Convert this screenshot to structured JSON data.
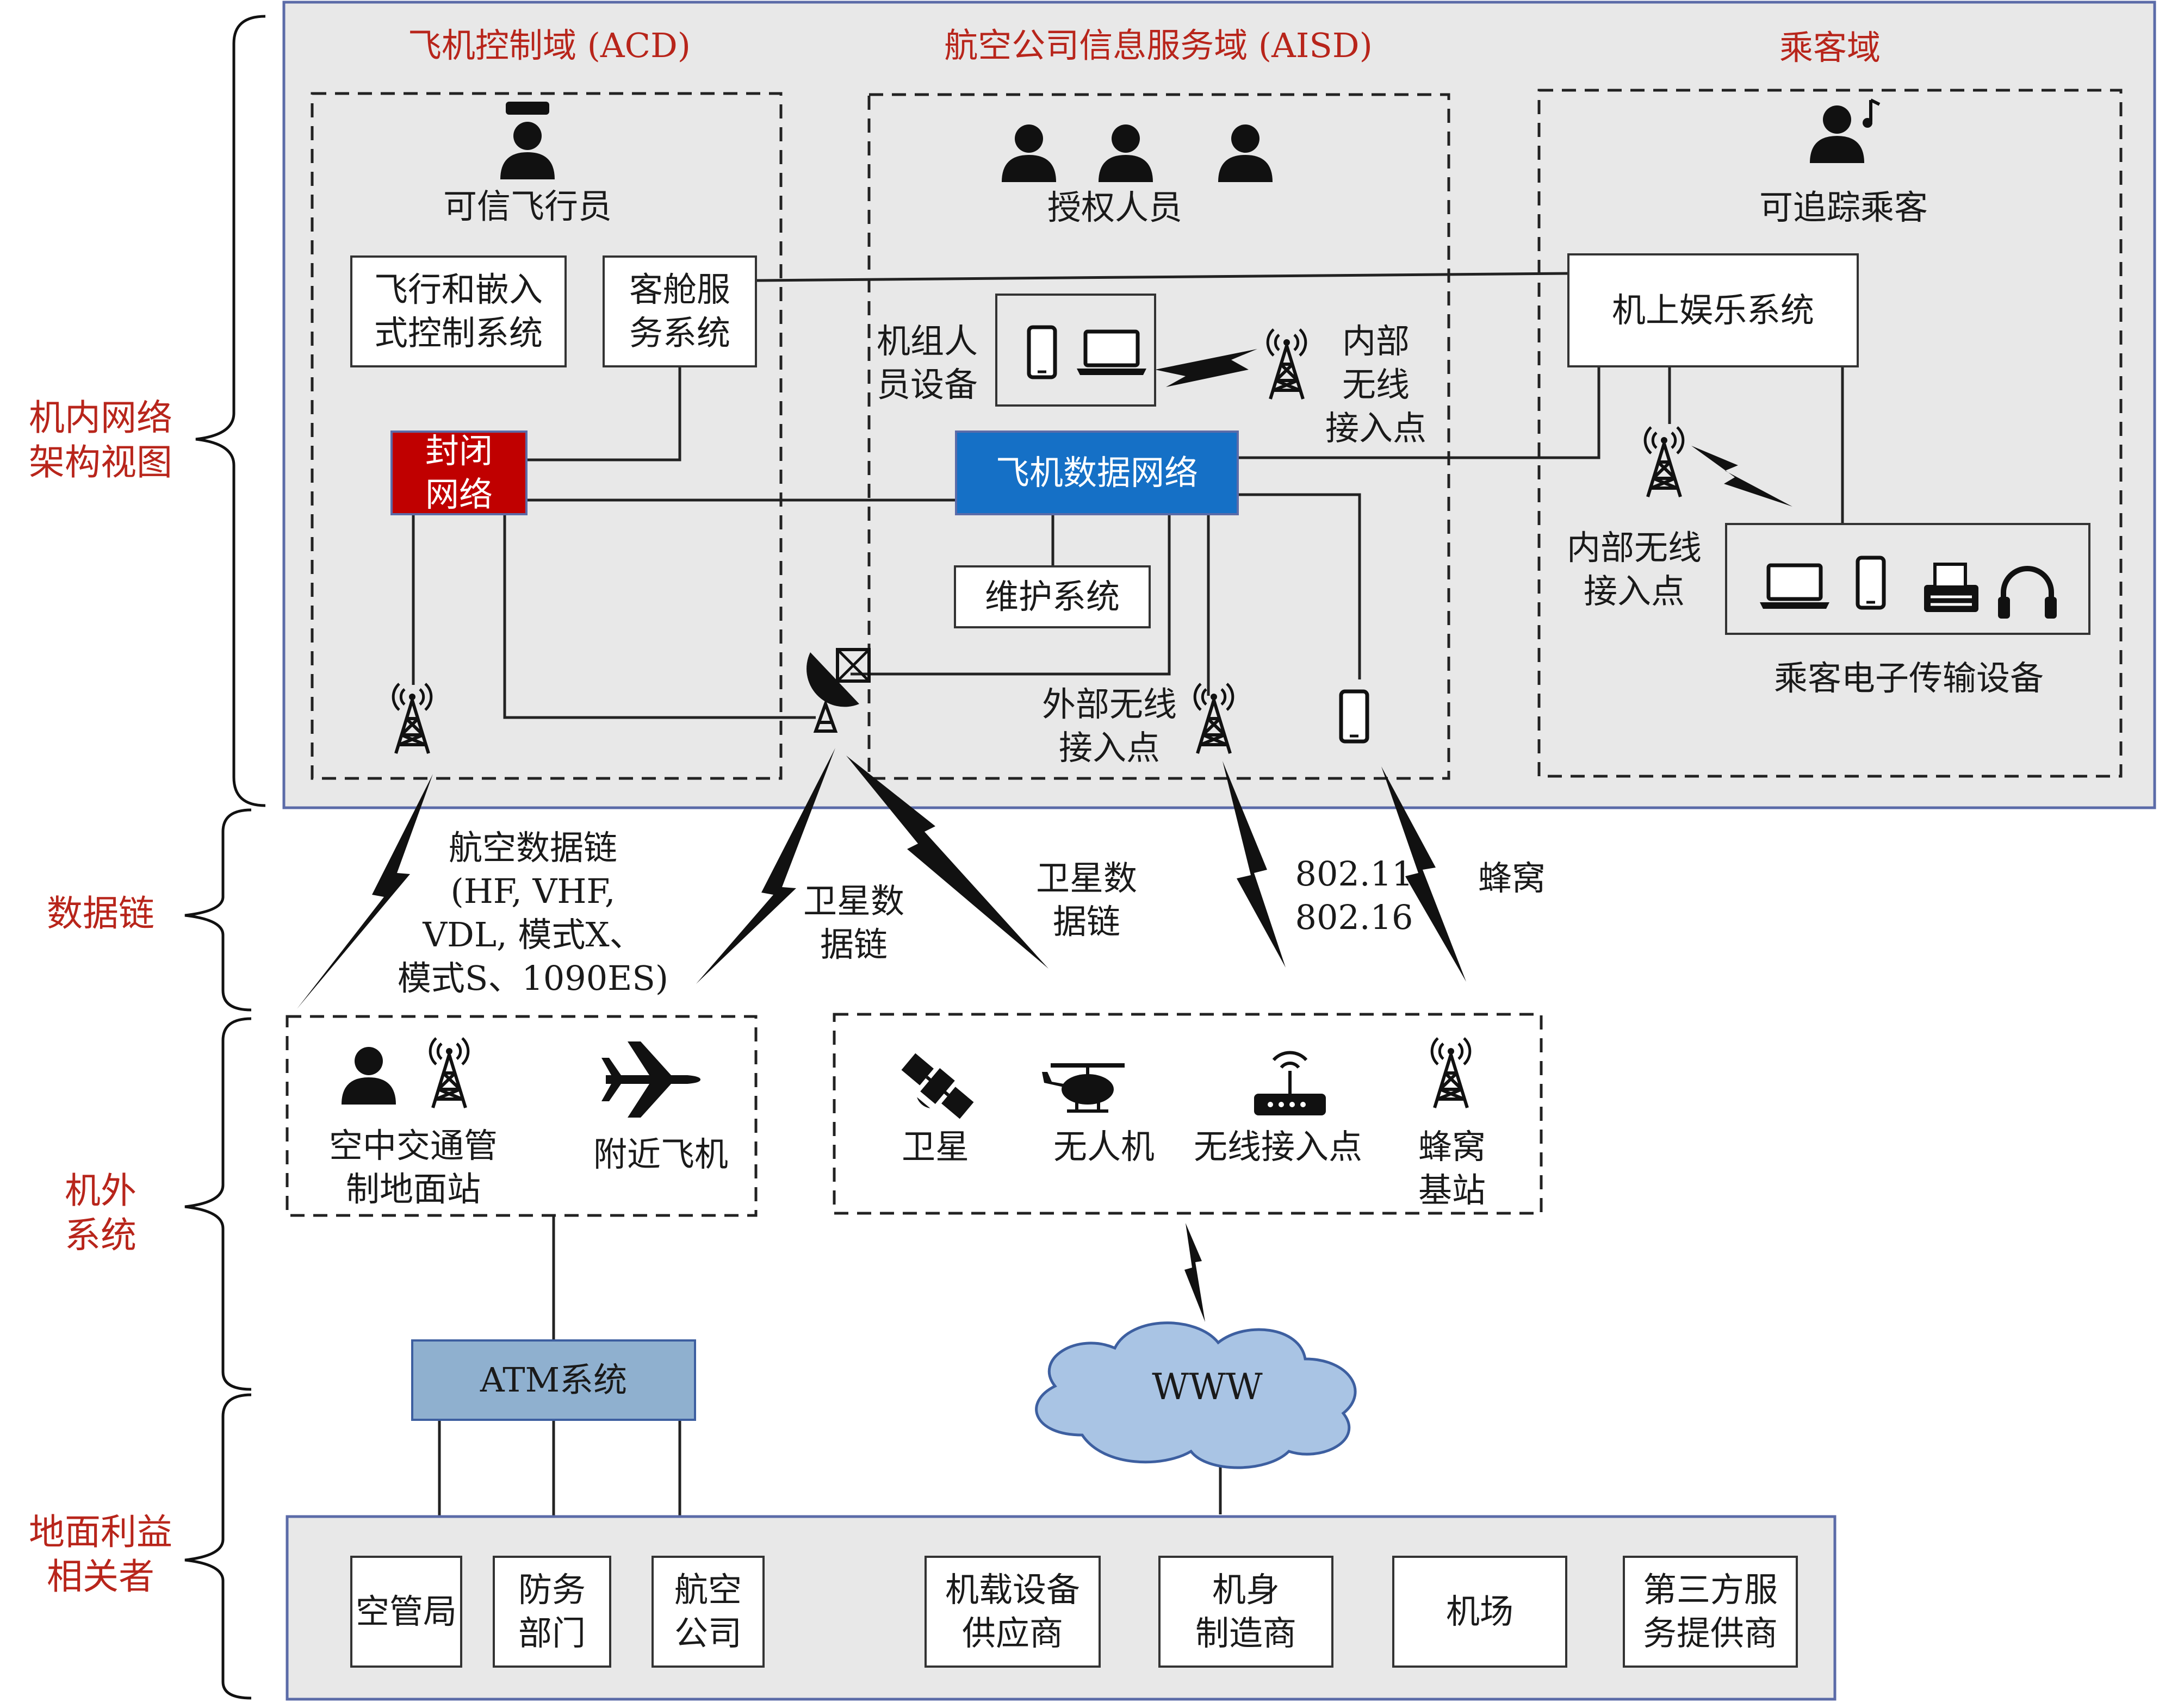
{
  "side_labels": {
    "onboard": [
      "机内网络",
      "架构视图"
    ],
    "datalink": "数据链",
    "offboard": [
      "机外",
      "系统"
    ],
    "ground": [
      "地面利益",
      "相关者"
    ]
  },
  "domains": {
    "acd": {
      "title": "飞机控制域 (ACD)",
      "actor": "可信飞行员",
      "flight_control": [
        "飞行和嵌入",
        "式控制系统"
      ],
      "cabin_service": [
        "客舱服",
        "务系统"
      ],
      "closed_network": [
        "封闭",
        "网络"
      ]
    },
    "aisd": {
      "title": "航空公司信息服务域 (AISD)",
      "actor": "授权人员",
      "crew_devices": [
        "机组人",
        "员设备"
      ],
      "internal_ap": [
        "内部",
        "无线",
        "接入点"
      ],
      "aircraft_network": "飞机数据网络",
      "maintenance": "维护系统",
      "external_ap": [
        "外部无线",
        "接入点"
      ]
    },
    "passenger": {
      "title": "乘客域",
      "actor": "可追踪乘客",
      "ife": "机上娱乐系统",
      "internal_ap": [
        "内部无线",
        "接入点"
      ],
      "ped": "乘客电子传输设备"
    }
  },
  "links": {
    "aviation_datalink": [
      "航空数据链",
      "(HF, VHF,",
      "VDL, 模式X、",
      "模式S、1090ES)"
    ],
    "satellite_link_left": [
      "卫星数",
      "据链"
    ],
    "satellite_link_right": [
      "卫星数",
      "据链"
    ],
    "wifi": [
      "802.11",
      "802.16"
    ],
    "cellular": "蜂窝"
  },
  "offboard": {
    "atc": [
      "空中交通管",
      "制地面站"
    ],
    "nearby_aircraft": "附近飞机",
    "satellite": "卫星",
    "uav": "无人机",
    "wireless_ap": "无线接入点",
    "cell_base": [
      "蜂窝",
      "基站"
    ]
  },
  "atm": "ATM系统",
  "www": "WWW",
  "stakeholders": {
    "atc_bureau": "空管局",
    "defense": [
      "防务",
      "部门"
    ],
    "airline": [
      "航空",
      "公司"
    ],
    "avionics_supplier": [
      "机载设备",
      "供应商"
    ],
    "airframe_maker": [
      "机身",
      "制造商"
    ],
    "airport": "机场",
    "third_party": [
      "第三方服",
      "务提供商"
    ]
  },
  "colors": {
    "domain_title": "#b8251b",
    "panel_bg": "#e8e8e8",
    "panel_border": "#5b6ba8",
    "closed_network": "#c00000",
    "aircraft_network": "#1570c6",
    "atm_box": "#8fb0cf",
    "cloud": "#a9c4e4"
  }
}
